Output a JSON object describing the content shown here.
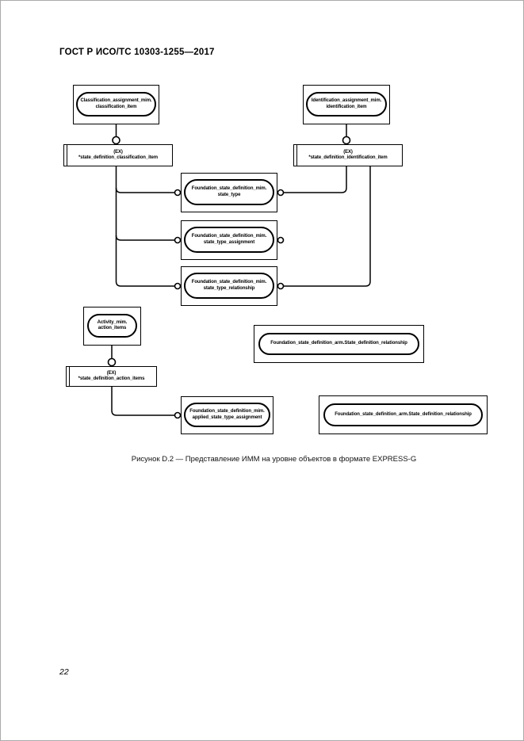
{
  "page": {
    "header": "ГОСТ Р ИСО/ТС 10303-1255—2017",
    "caption": "Рисунок D.2 — Представление ИММ на уровне объектов в формате EXPRESS-G",
    "page_number": "22"
  },
  "colors": {
    "ink": "#000000",
    "paper": "#ffffff",
    "page_border": "#aaaaaa"
  },
  "diagram": {
    "notation": "EXPRESS-G",
    "nodes": {
      "classification_assignment": {
        "line1": "Classification_assignment_mim.",
        "line2": "classification_item"
      },
      "identification_assignment": {
        "line1": "Identification_assignment_mim.",
        "line2": "identification_item"
      },
      "state_def_classification": {
        "tag": "(EX)",
        "name": "*state_definition_classification_item"
      },
      "state_def_identification": {
        "tag": "(EX)",
        "name": "*state_definition_identification_item"
      },
      "state_type": {
        "line1": "Foundation_state_definition_mim.",
        "line2": "state_type"
      },
      "state_type_assignment": {
        "line1": "Foundation_state_definition_mim.",
        "line2": "state_type_assignment"
      },
      "state_type_relationship": {
        "line1": "Foundation_state_definition_mim.",
        "line2": "state_type_relationship"
      },
      "activity_action": {
        "line1": "Activity_mim.",
        "line2": "action_items"
      },
      "state_def_action": {
        "tag": "(EX)",
        "name": "*state_definition_action_items"
      },
      "applied_state_type": {
        "line1": "Foundation_state_definition_mim.",
        "line2": "applied_state_type_assignment"
      },
      "arm_ref_top": {
        "text": "Foundation_state_definition_arm.State_definition_relationship"
      },
      "arm_ref_bottom": {
        "text": "Foundation_state_definition_arm.State_definition_relationship"
      }
    }
  }
}
